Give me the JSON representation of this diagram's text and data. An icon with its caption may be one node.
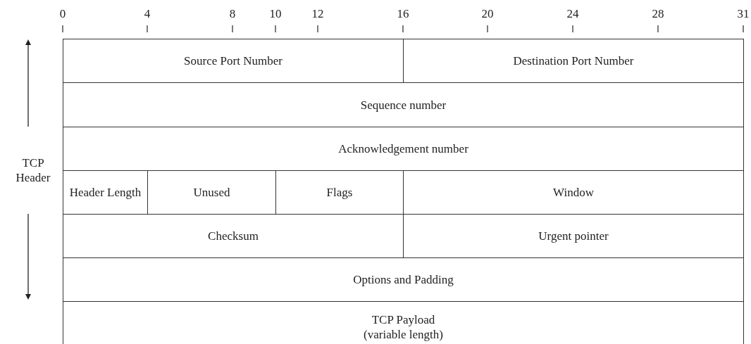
{
  "diagram": {
    "nodes": [
      {
        "text": [
          "Source Port Number"
        ]
      },
      {
        "text": [
          "Destination Port Number"
        ]
      },
      {
        "text": [
          "Sequence number"
        ]
      },
      {
        "text": [
          "Acknowledgement number"
        ]
      },
      {
        "text": [
          "Header Length"
        ]
      },
      {
        "text": [
          "Unused"
        ]
      },
      {
        "text": [
          "Flags"
        ]
      },
      {
        "text": [
          "Window"
        ]
      },
      {
        "text": [
          "Checksum"
        ]
      },
      {
        "text": [
          "Urgent pointer"
        ]
      },
      {
        "text": [
          "Options and Padding"
        ]
      },
      {
        "text": [
          "TCP Payload",
          "(variable length)"
        ]
      }
    ],
    "labels": [
      "0",
      "4",
      "8",
      "10",
      "12",
      "16",
      "20",
      "24",
      "28",
      "31",
      "TCP Header"
    ]
  }
}
